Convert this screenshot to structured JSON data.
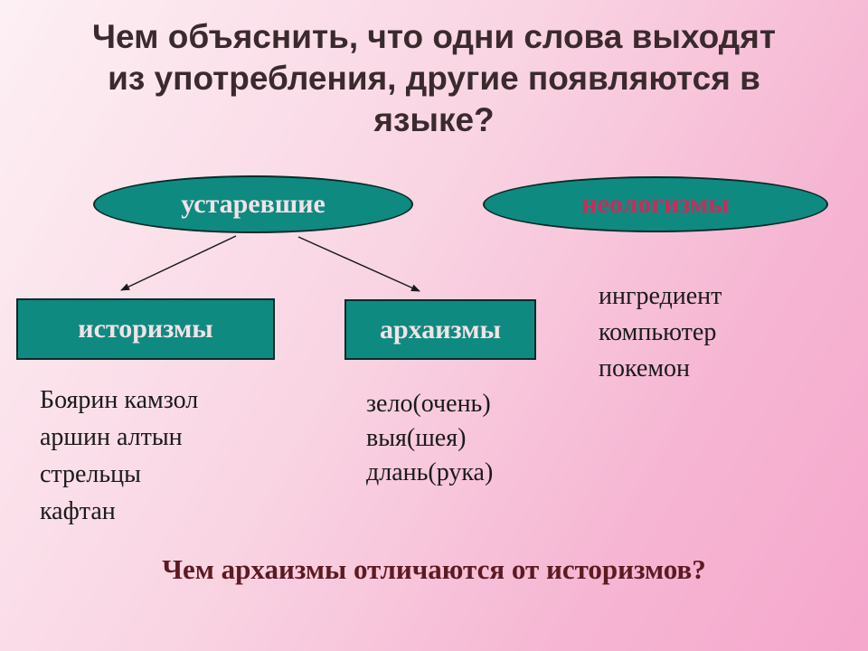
{
  "title": [
    "Чем объяснить, что одни слова выходят",
    "из употребления, другие появляются в",
    "языке?"
  ],
  "nodes": {
    "obsolete": "устаревшие",
    "neologisms": "неологизмы",
    "historisms": "историзмы",
    "archaisms": "архаизмы"
  },
  "examples": {
    "historisms": [
      "Боярин камзол",
      "аршин алтын",
      "стрельцы",
      "кафтан"
    ],
    "archaisms": [
      "зело(очень)",
      "выя(шея)",
      "длань(рука)"
    ],
    "neologisms": [
      "ингредиент",
      "компьютер",
      "покемон"
    ]
  },
  "question": "Чем архаизмы отличаются от историзмов?",
  "colors": {
    "node_fill": "#0f8a80",
    "node_border": "#062b29",
    "node_text": "#f2e2e7",
    "neologism_text": "#cc2a5a",
    "question_text": "#5c1a22"
  }
}
